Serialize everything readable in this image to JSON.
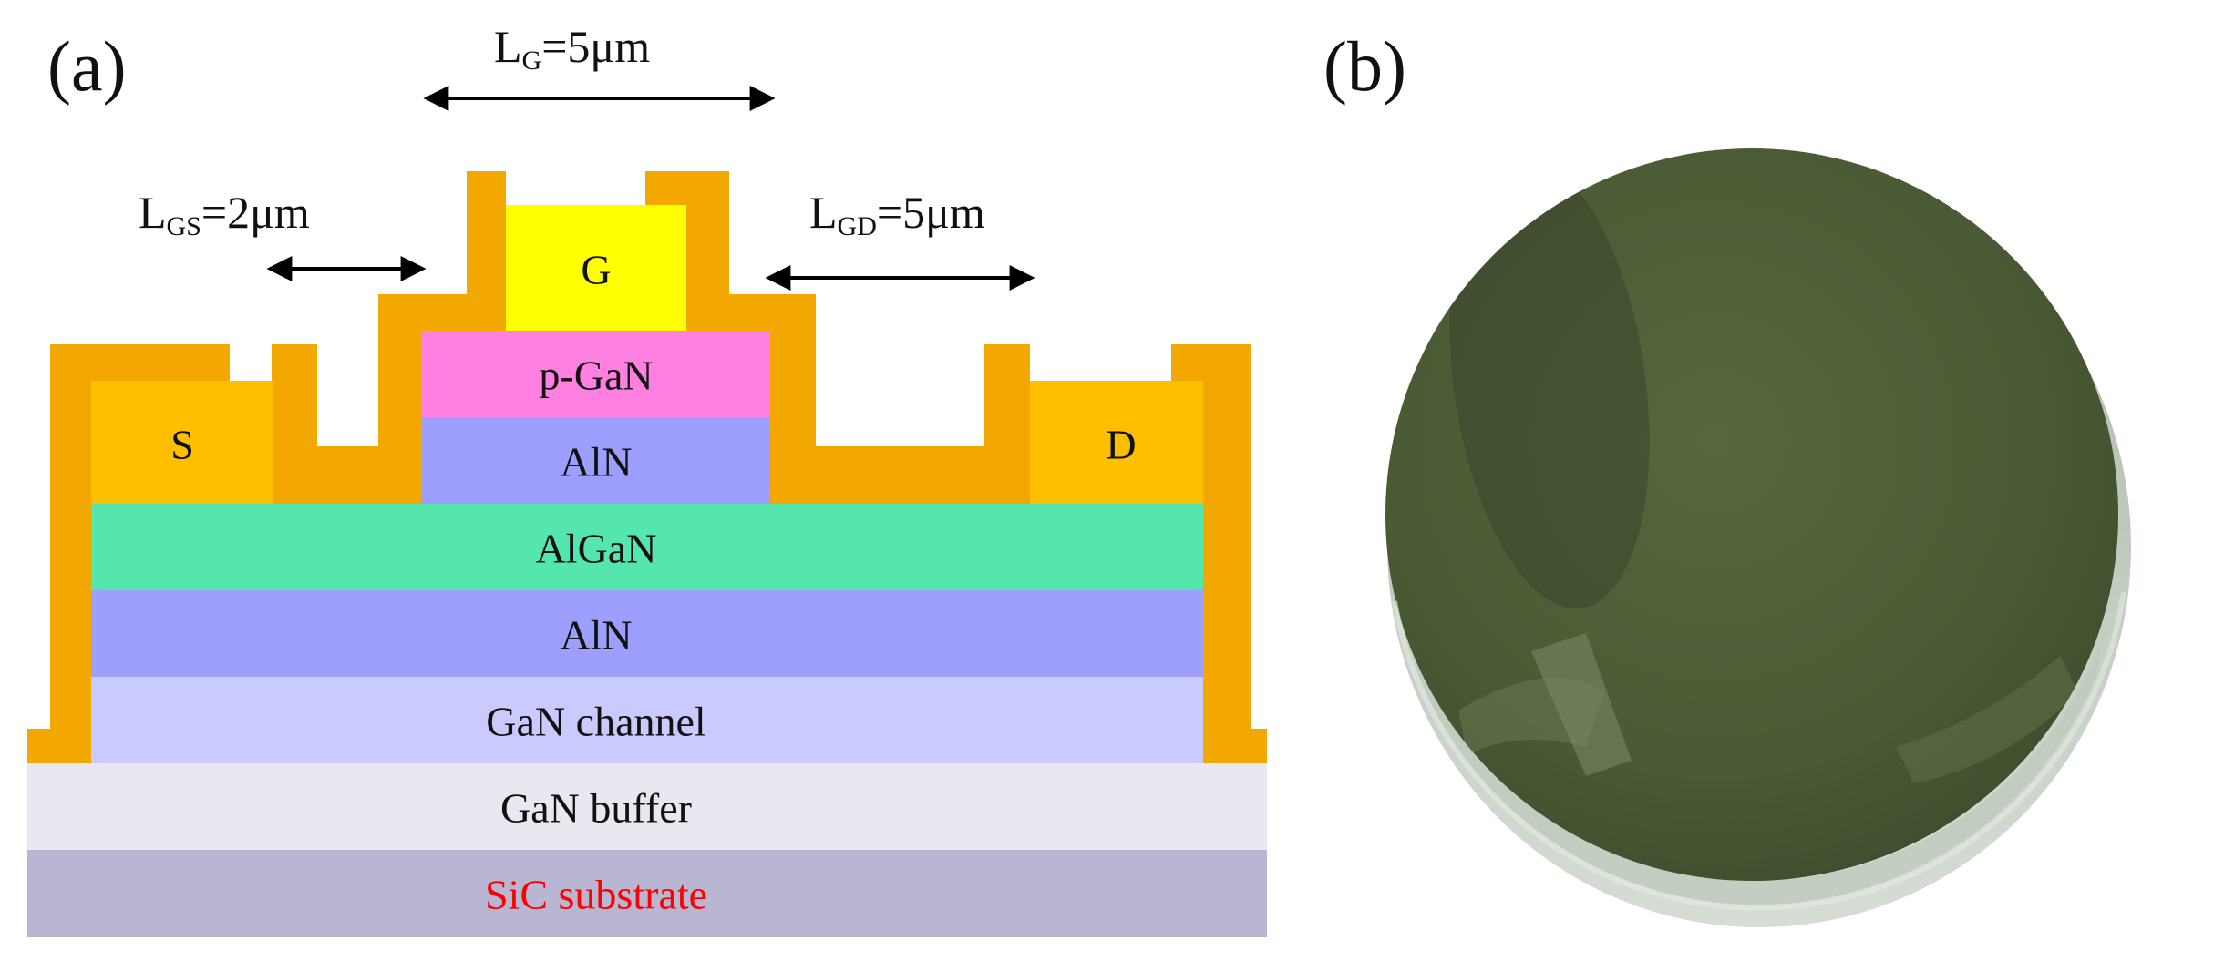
{
  "panels": {
    "a": {
      "label": "(a)",
      "dimensions": {
        "lg": {
          "main": "L",
          "sub": "G",
          "value": "=5μm"
        },
        "lgs": {
          "main": "L",
          "sub": "GS",
          "value": "=2μm"
        },
        "lgd": {
          "main": "L",
          "sub": "GD",
          "value": "=5μm"
        }
      },
      "electrodes": {
        "gate": "G",
        "source": "S",
        "drain": "D"
      },
      "layers": {
        "p_gan": "p-GaN",
        "aln_cap": "AlN",
        "algan": "AlGaN",
        "aln_spacer": "AlN",
        "gan_channel": "GaN channel",
        "gan_buffer": "GaN buffer",
        "sic_substrate": "SiC substrate"
      },
      "colors": {
        "passivation": "#F2A800",
        "electrode": "#FDBF00",
        "gate": "#FFFF00",
        "p_gan": "#FF80E0",
        "aln": "#9E9EFF",
        "algan": "#55E6AD",
        "gan_channel": "#CACAFF",
        "gan_buffer": "#E8E8F0",
        "sic_substrate": "#B8B6D2",
        "substrate_text": "#FF0000"
      }
    },
    "b": {
      "label": "(b)",
      "image": "green-wafer-photo",
      "colors": {
        "wafer": "#4E5D38",
        "rim": "#C9D2C8"
      }
    }
  }
}
